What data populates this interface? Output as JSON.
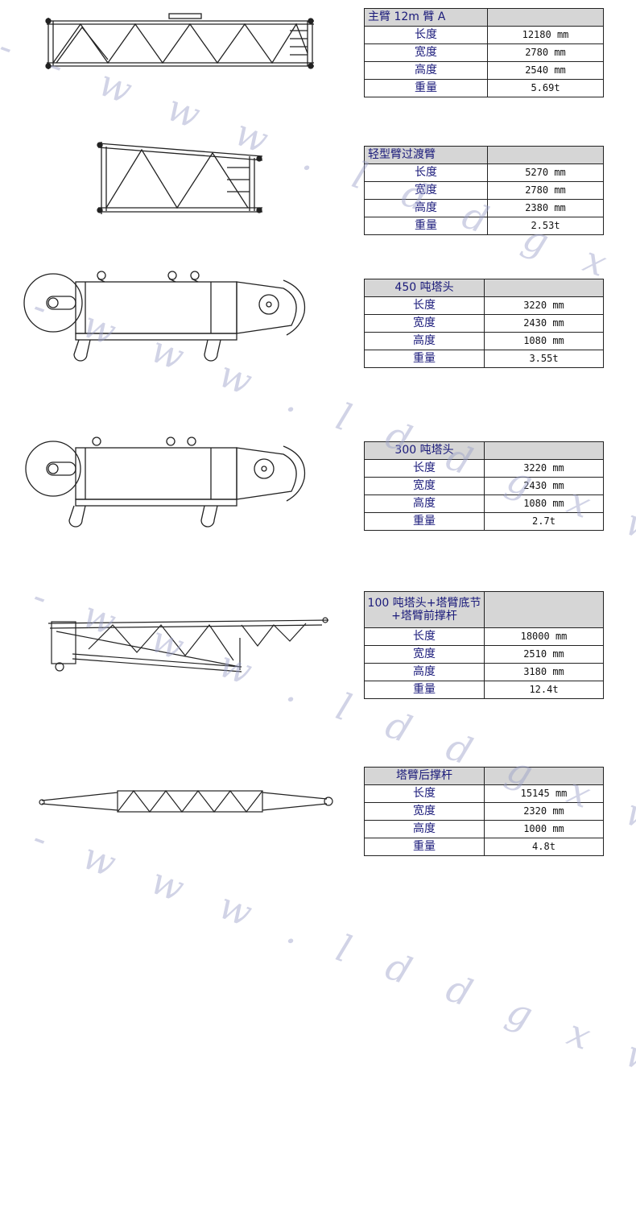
{
  "watermark": "- - w w w . l d d g x w . c o m - - -",
  "components": [
    {
      "title": "主臂 12m 臂 A",
      "rows": [
        {
          "label": "长度",
          "value": "12180 mm"
        },
        {
          "label": "宽度",
          "value": "2780 mm"
        },
        {
          "label": "高度",
          "value": "2540 mm"
        },
        {
          "label": "重量",
          "value": "5.69t"
        }
      ]
    },
    {
      "title": "轻型臂过渡臂",
      "rows": [
        {
          "label": "长度",
          "value": "5270 mm"
        },
        {
          "label": "宽度",
          "value": "2780 mm"
        },
        {
          "label": "高度",
          "value": "2380 mm"
        },
        {
          "label": "重量",
          "value": "2.53t"
        }
      ]
    },
    {
      "title": "450 吨塔头",
      "rows": [
        {
          "label": "长度",
          "value": "3220 mm"
        },
        {
          "label": "宽度",
          "value": "2430 mm"
        },
        {
          "label": "高度",
          "value": "1080 mm"
        },
        {
          "label": "重量",
          "value": "3.55t"
        }
      ]
    },
    {
      "title": "300 吨塔头",
      "rows": [
        {
          "label": "长度",
          "value": "3220 mm"
        },
        {
          "label": "宽度",
          "value": "2430 mm"
        },
        {
          "label": "高度",
          "value": "1080 mm"
        },
        {
          "label": "重量",
          "value": "2.7t"
        }
      ]
    },
    {
      "title": "100 吨塔头+塔臂底节+塔臂前撑杆",
      "rows": [
        {
          "label": "长度",
          "value": "18000 mm"
        },
        {
          "label": "宽度",
          "value": "2510 mm"
        },
        {
          "label": "高度",
          "value": "3180 mm"
        },
        {
          "label": "重量",
          "value": "12.4t"
        }
      ]
    },
    {
      "title": "塔臂后撑杆",
      "rows": [
        {
          "label": "长度",
          "value": "15145 mm"
        },
        {
          "label": "宽度",
          "value": "2320 mm"
        },
        {
          "label": "高度",
          "value": "1000 mm"
        },
        {
          "label": "重量",
          "value": "4.8t"
        }
      ]
    }
  ]
}
